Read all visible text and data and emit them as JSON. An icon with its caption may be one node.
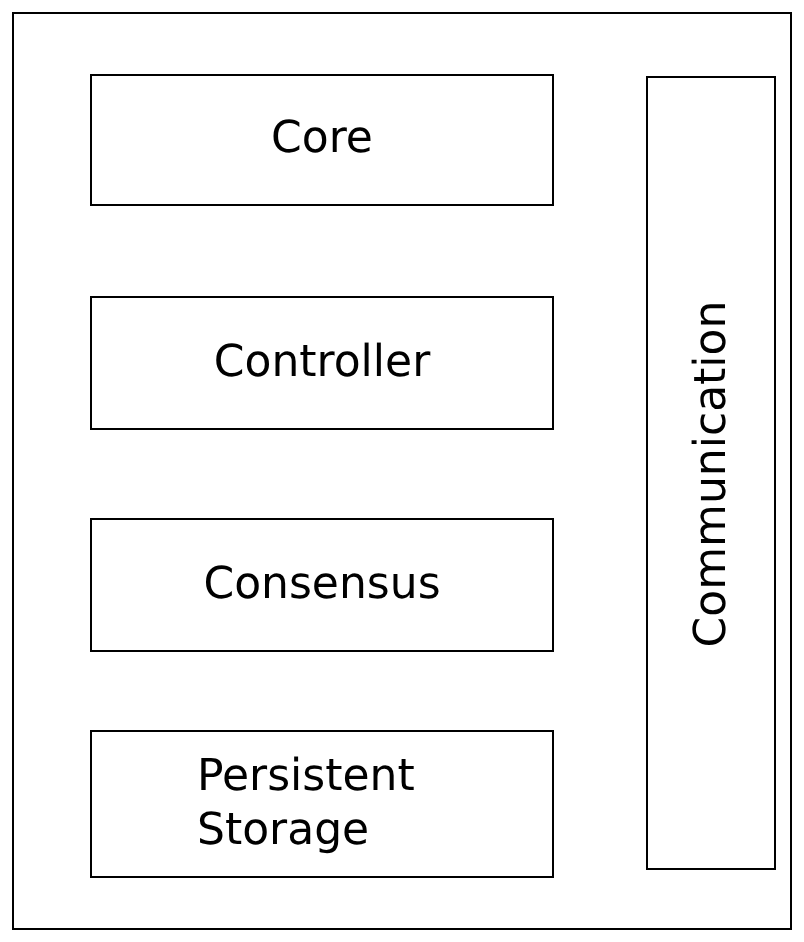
{
  "diagram": {
    "nodes": [
      {
        "text": [],
        "shape": "box"
      },
      {
        "text": [
          "Core"
        ],
        "in": 0
      },
      {
        "text": [
          "Controller"
        ],
        "in": 0
      },
      {
        "text": [
          "Consensus"
        ],
        "in": 0
      },
      {
        "text": [
          "Persistent Storage"
        ],
        "in": 0
      },
      {
        "text": [
          "Communication"
        ],
        "in": 0
      }
    ]
  }
}
